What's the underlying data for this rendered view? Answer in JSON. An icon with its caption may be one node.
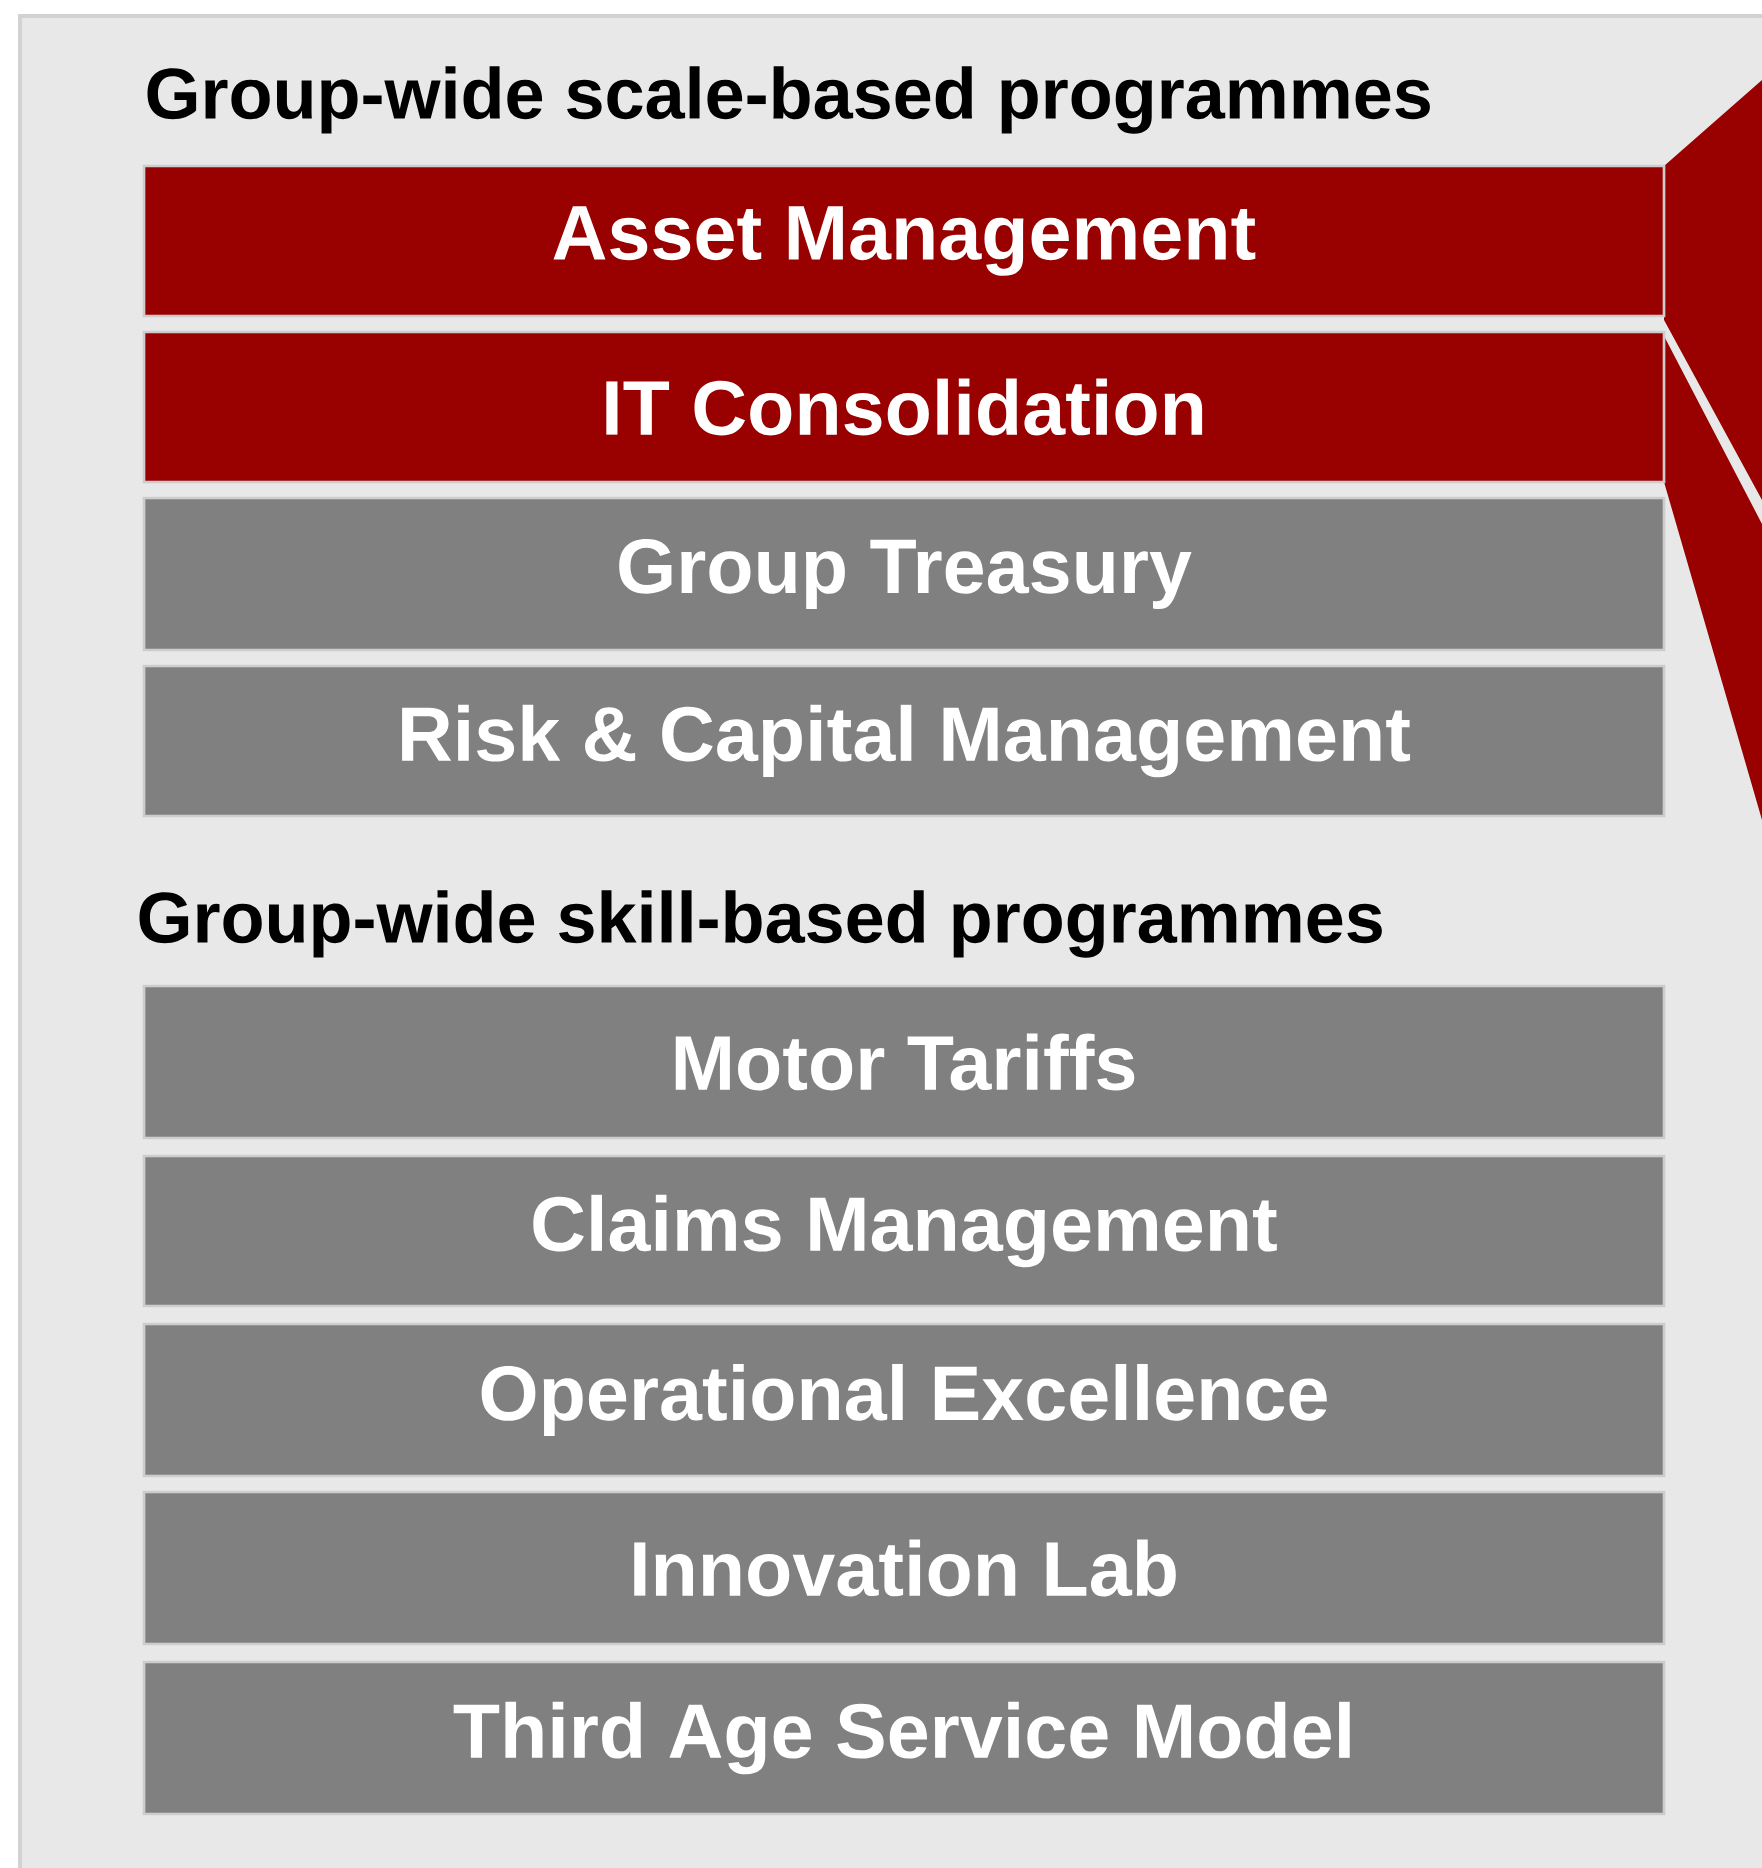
{
  "diagram": {
    "nodes": [
      {
        "text": [
          "Asset Management"
        ]
      },
      {
        "text": [
          "IT Consolidation"
        ]
      },
      {
        "text": [
          "Group Treasury"
        ]
      },
      {
        "text": [
          "Risk & Capital Management"
        ]
      },
      {
        "text": [
          "Motor Tariffs"
        ]
      },
      {
        "text": [
          "Claims Management"
        ]
      },
      {
        "text": [
          "Operational Excellence"
        ]
      },
      {
        "text": [
          "Innovation Lab"
        ]
      },
      {
        "text": [
          "Third Age Service Model"
        ]
      }
    ],
    "labels": [
      "Group-wide scale-based programmes",
      "Group-wide skill-based programmes"
    ]
  }
}
